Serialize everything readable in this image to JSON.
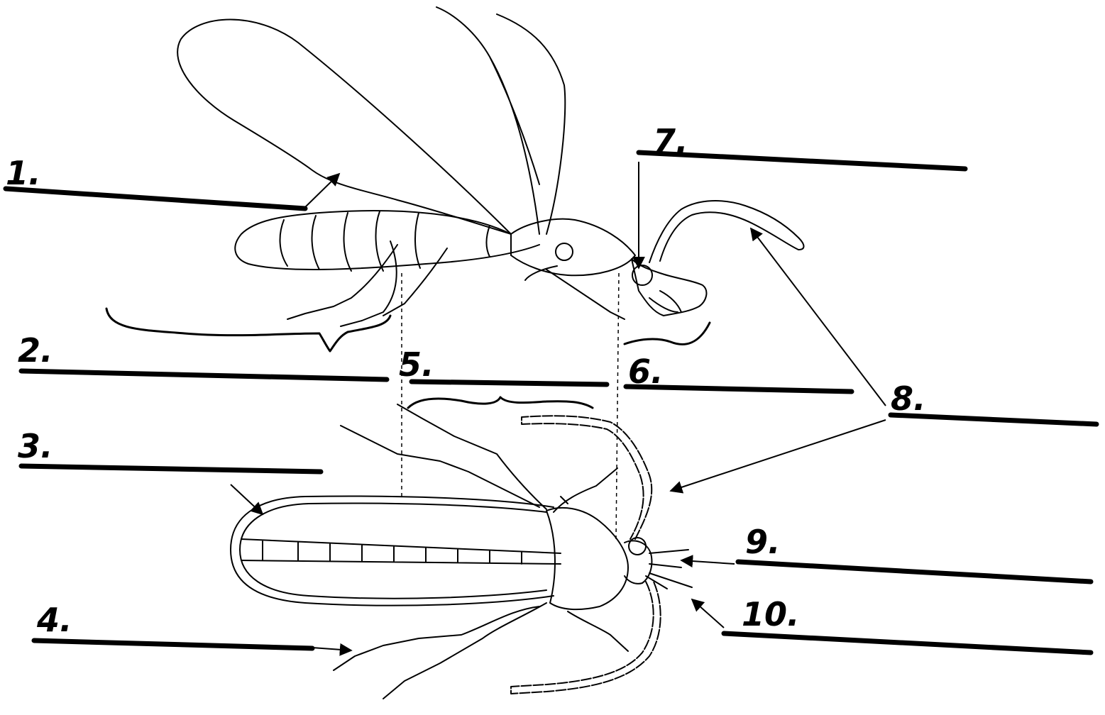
{
  "worksheet": {
    "colors": {
      "ink": "#000000",
      "paper": "#ffffff"
    },
    "labels": [
      {
        "id": "1",
        "text": "1."
      },
      {
        "id": "2",
        "text": "2."
      },
      {
        "id": "3",
        "text": "3."
      },
      {
        "id": "4",
        "text": "4."
      },
      {
        "id": "5",
        "text": "5."
      },
      {
        "id": "6",
        "text": "6."
      },
      {
        "id": "7",
        "text": "7."
      },
      {
        "id": "8",
        "text": "8."
      },
      {
        "id": "9",
        "text": "9."
      },
      {
        "id": "10",
        "text": "10."
      }
    ]
  }
}
